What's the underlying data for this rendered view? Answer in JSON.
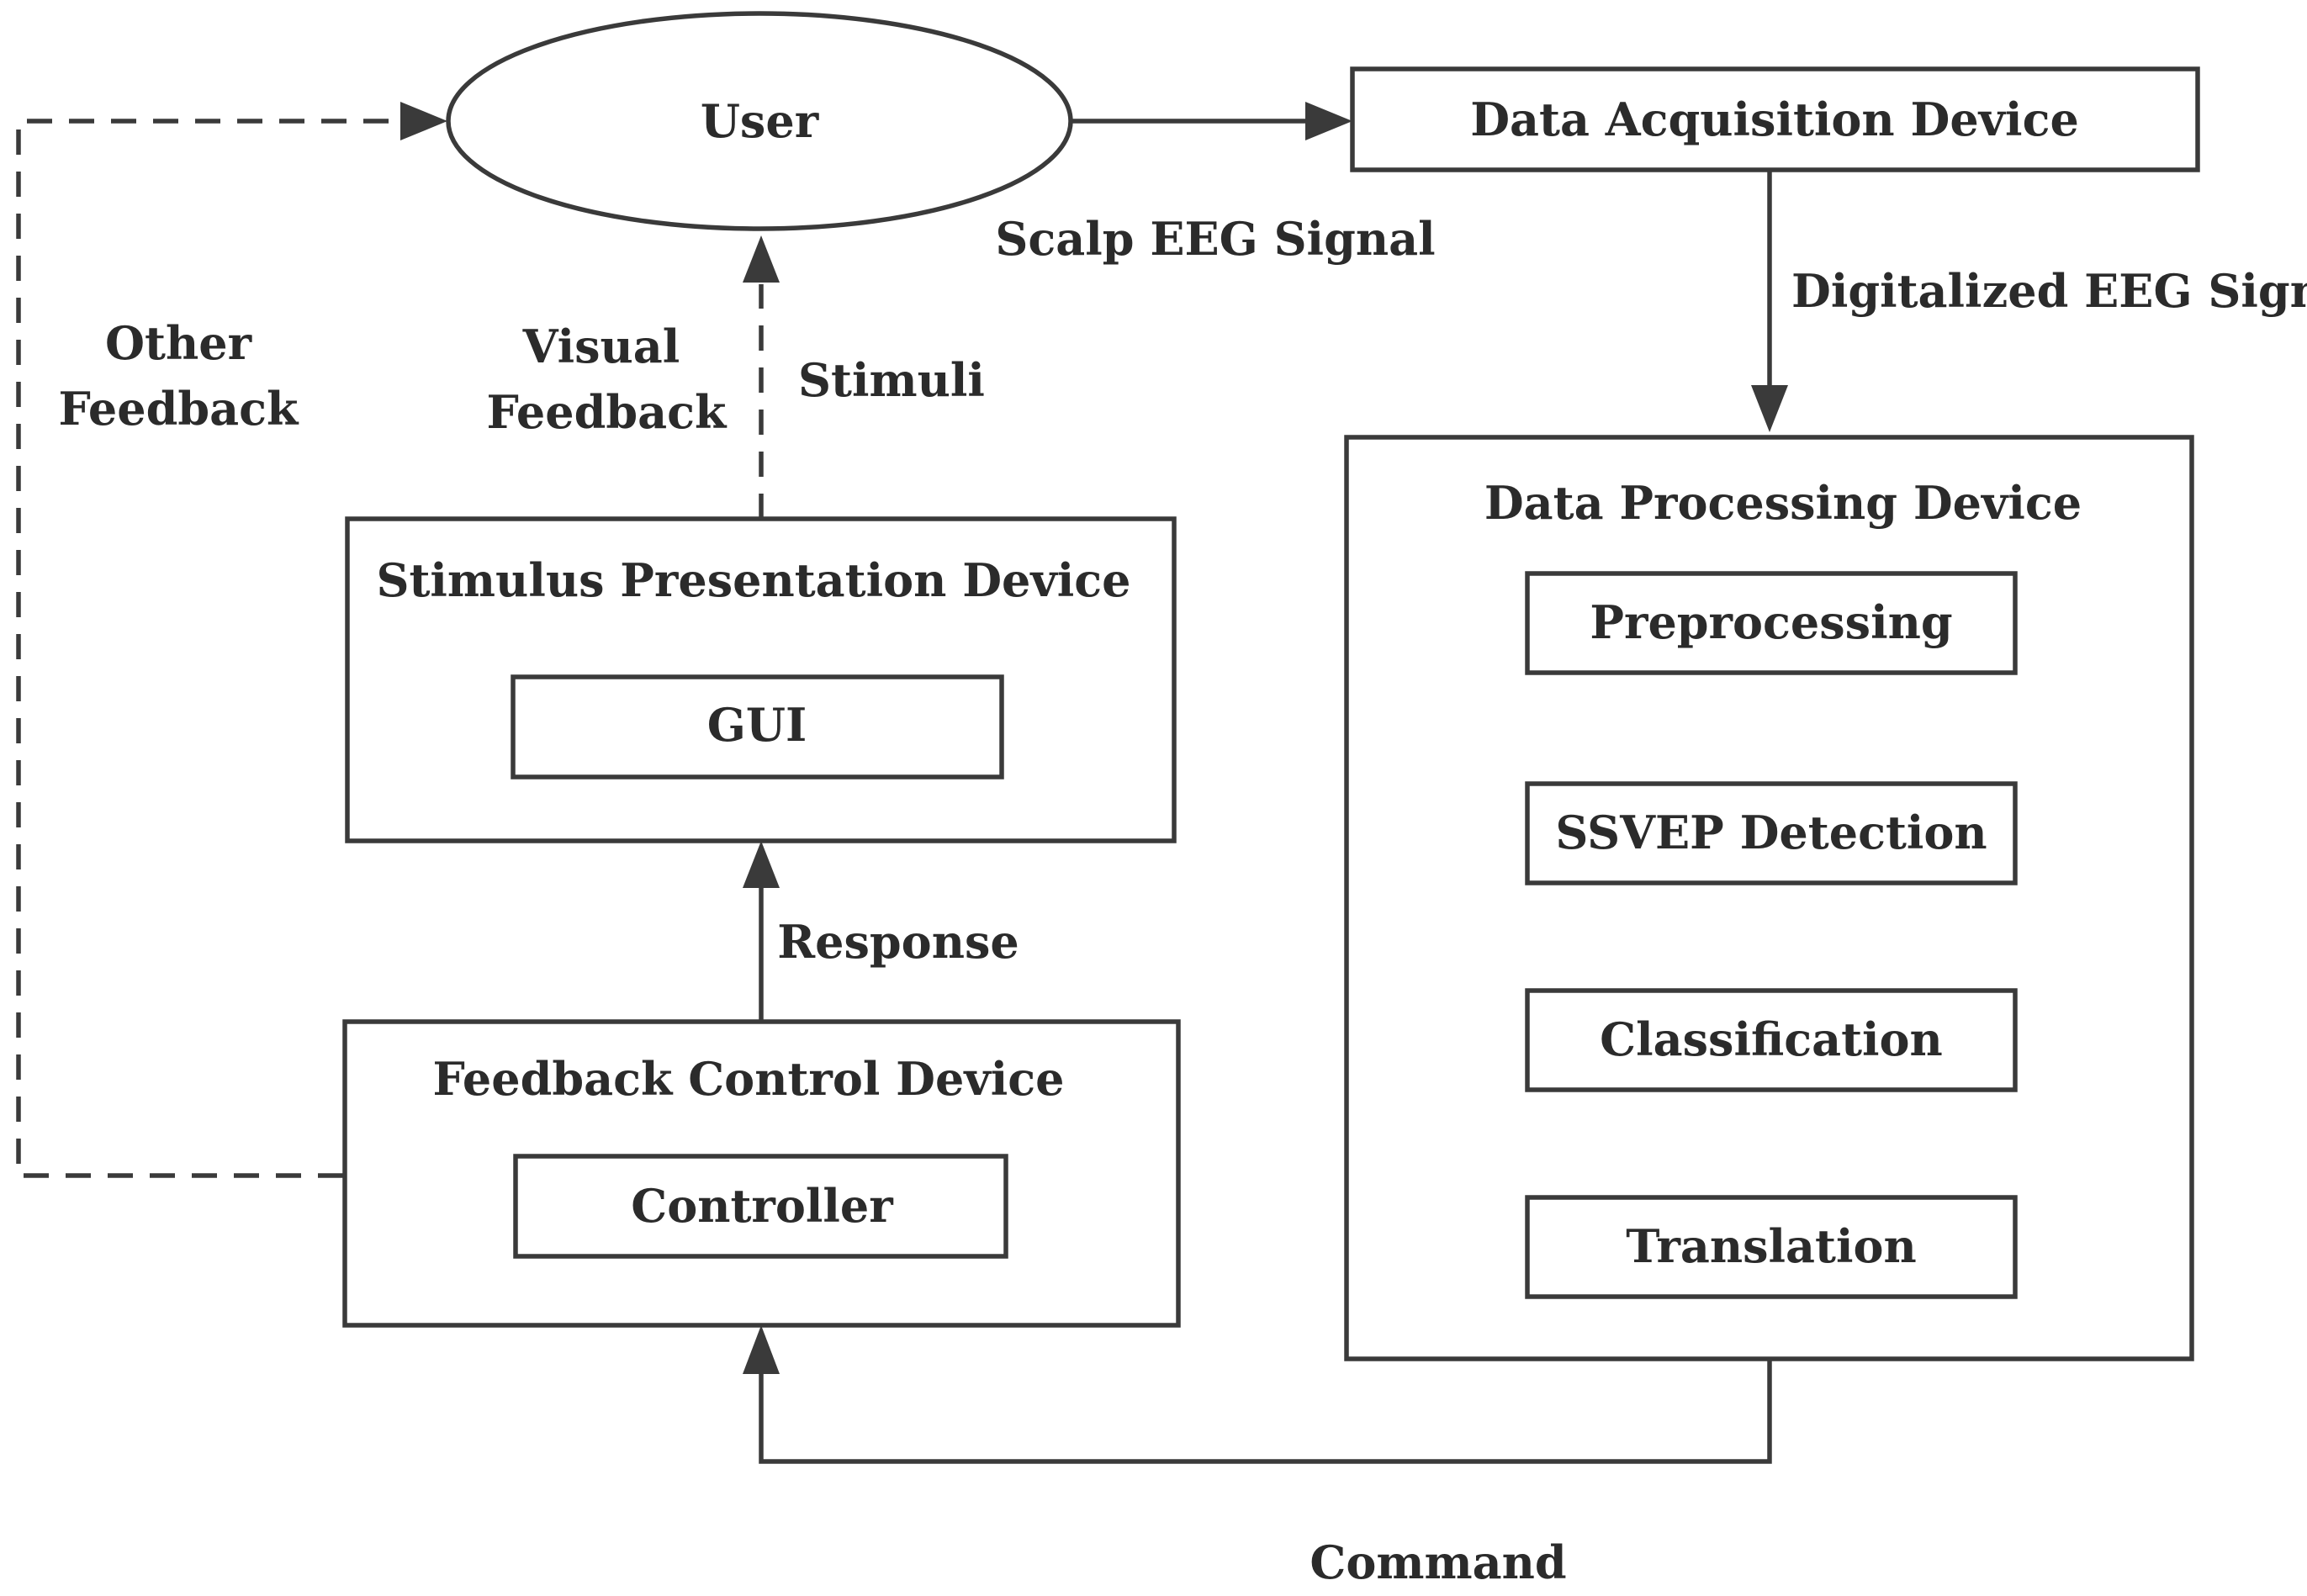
{
  "nodes": {
    "user": "User",
    "data_acquisition": "Data Acquisition Device",
    "data_processing": "Data Processing Device",
    "preprocessing": "Preprocessing",
    "ssvep_detection": "SSVEP Detection",
    "classification": "Classification",
    "translation": "Translation",
    "stimulus_presentation": "Stimulus Presentation Device",
    "gui": "GUI",
    "feedback_control": "Feedback Control Device",
    "controller": "Controller"
  },
  "edges": {
    "scalp_eeg": "Scalp EEG Signal",
    "digitalized_eeg": "Digitalized EEG Signal",
    "other_feedback_line1": "Other",
    "other_feedback_line2": "Feedback",
    "visual_feedback_line1": "Visual",
    "visual_feedback_line2": "Feedback",
    "stimuli": "Stimuli",
    "response": "Response",
    "command": "Command"
  },
  "colors": {
    "stroke": "#3a3a3a",
    "text": "#2b2b2b",
    "background": "#ffffff"
  }
}
